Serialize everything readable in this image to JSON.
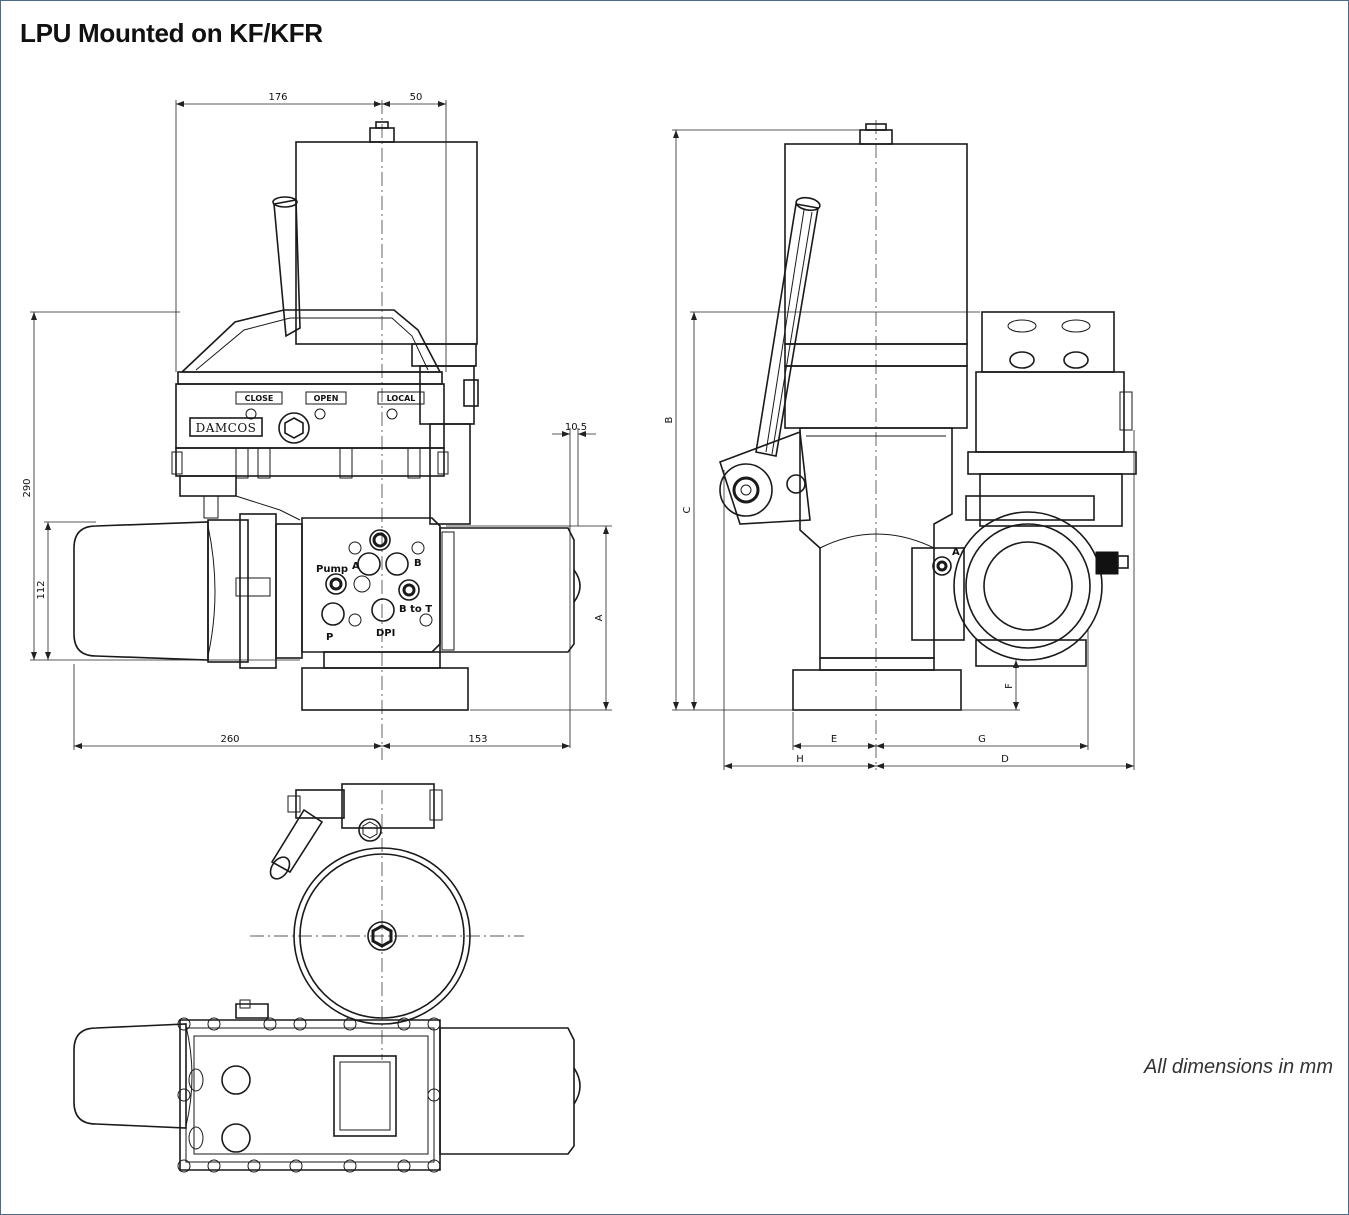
{
  "title": "LPU Mounted on KF/KFR",
  "note": "All dimensions in mm",
  "brand": "DAMCOS",
  "front_view": {
    "dimensions": {
      "top_left": "176",
      "top_right": "50",
      "height_total": "290",
      "height_motor": "112",
      "offset": "10.5",
      "bottom_left": "260",
      "bottom_right": "153",
      "right_height": "A"
    },
    "panel_labels": {
      "close": "CLOSE",
      "open": "OPEN",
      "local": "LOCAL"
    },
    "port_labels": {
      "a": "A",
      "b": "B",
      "pump": "Pump",
      "p": "P",
      "b_to_t": "B to T",
      "dpi": "DPI"
    }
  },
  "side_view": {
    "dimensions": {
      "b": "B",
      "c": "C",
      "e": "E",
      "g": "G",
      "h": "H",
      "d": "D",
      "f": "F"
    },
    "port_label": "A"
  }
}
